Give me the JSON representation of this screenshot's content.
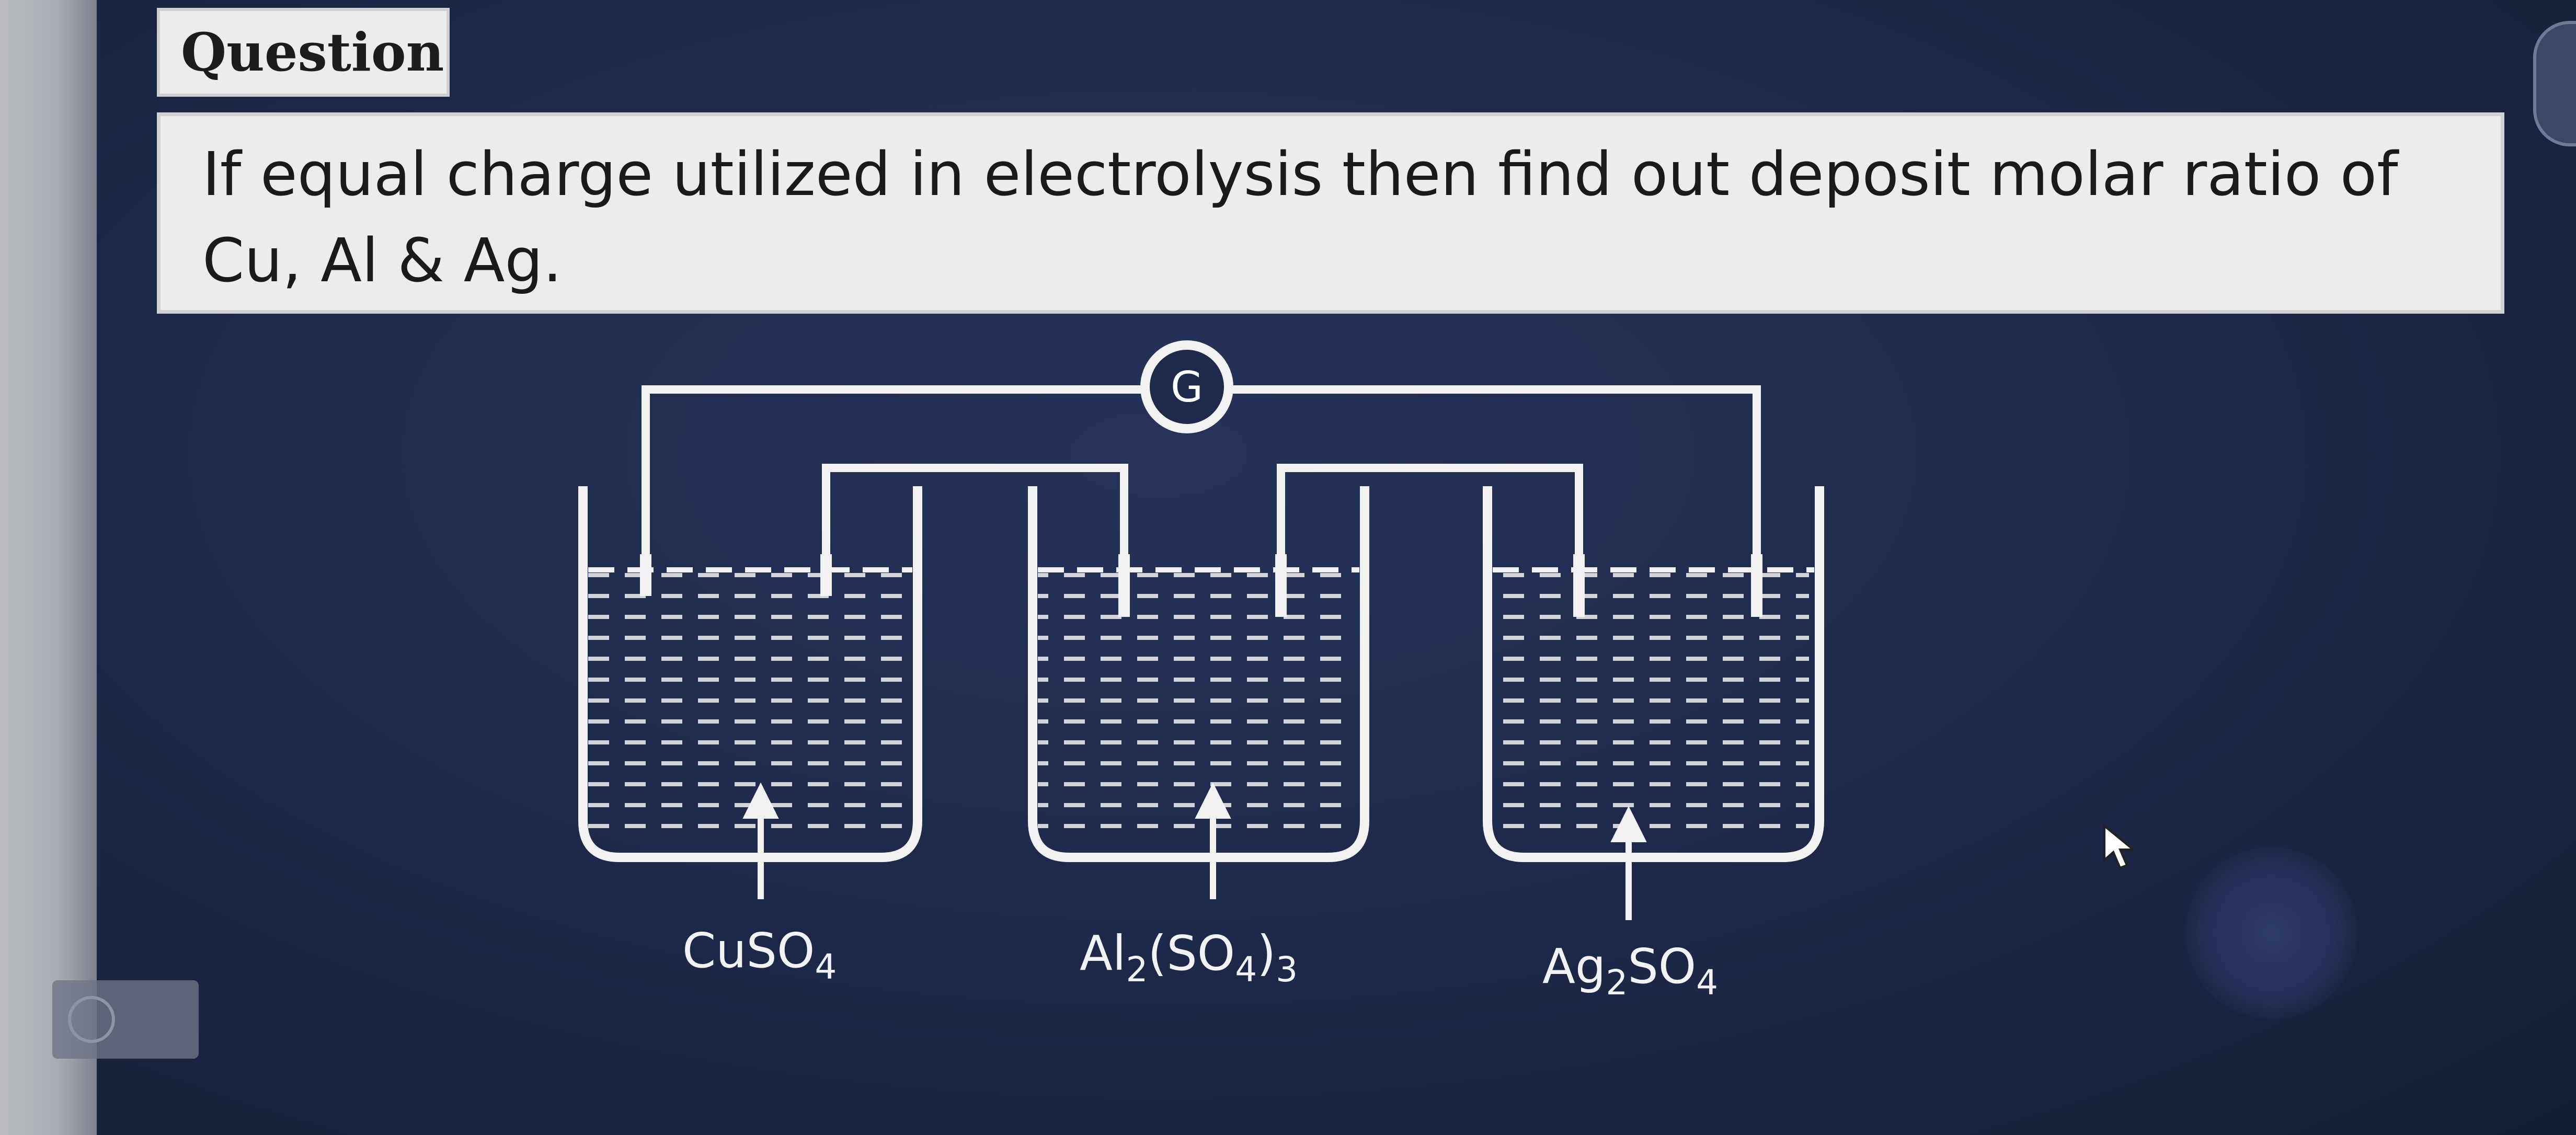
{
  "question_tab": {
    "label": "Question"
  },
  "question_text": "If equal charge utilized in electrolysis then find out deposit molar ratio of Cu, Al & Ag.",
  "diagram": {
    "galvanometer_label": "G",
    "cells": [
      {
        "name": "CuSO4",
        "base": "CuSO",
        "sub": "4",
        "tail": "",
        "tail_sub": ""
      },
      {
        "name": "Al2(SO4)3",
        "base": "Al",
        "sub": "2",
        "tail": "(SO",
        "tail_sub": "4",
        "tail2": ")",
        "tail2_sub": "3"
      },
      {
        "name": "Ag2SO4",
        "base": "Ag",
        "sub": "2",
        "tail": "SO",
        "tail_sub": "4"
      }
    ]
  },
  "colors": {
    "background": "#1e2a4c",
    "line": "#f2f2f2",
    "box": "#ececec"
  }
}
